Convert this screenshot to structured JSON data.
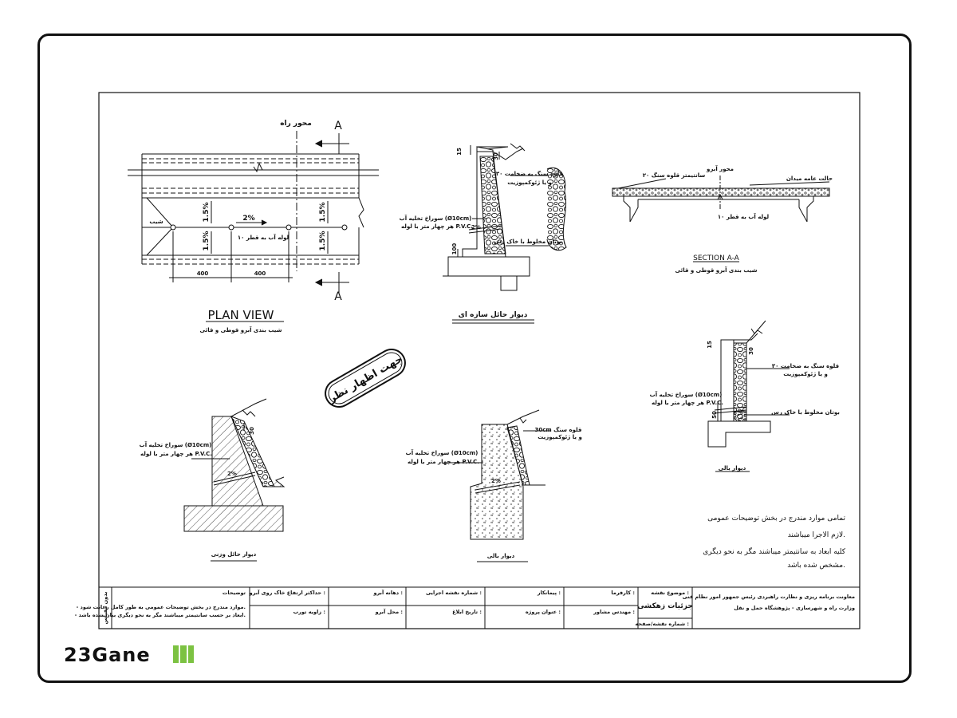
{
  "plan": {
    "road_axis": "محور راه",
    "section_mark": "A",
    "slope_left": "شیب",
    "slope_pct": "2%",
    "slope_side": "1.5%",
    "pipe_label": "لوله آب به قطر ۱۰",
    "dim": "400",
    "title": "PLAN VIEW",
    "subtitle": "شیب بندی آبرو قوطی و قائی"
  },
  "wall_masonry": {
    "dim_top": "15",
    "dim_30": "30",
    "dim_100": "100",
    "fill_label_1": "قلوه سنگ به ضخامت ۳۰",
    "fill_label_2": "و یا ژئوکمپوزیت",
    "drain_label_1": "سوراخ تخلیه آب (Ø10cm)",
    "drain_label_2": "هر چهار متر با لوله P.V.C.",
    "soil_label": "بوتان مخلوط با خاک رس",
    "dim_2": "2%",
    "title": "دیوار حائل سازه ای"
  },
  "section_aa": {
    "axis_label": "محور آبرو",
    "layer_label": "۲۰ سانتیمتر قلوه سنگ",
    "cover_label": "حالت عامه میدان",
    "pipe_label": "لوله آب به قطر ۱۰",
    "title": "SECTION A-A",
    "subtitle": "شیب بندی آبرو قوطی و قائی"
  },
  "stamp": "جهت اظهار نظر",
  "wall_cantilever": {
    "dim_top": "15",
    "dim_30": "30",
    "dim_50": "50",
    "fill_label_1": "قلوه سنگ به ضخامت ۳۰",
    "fill_label_2": "و یا ژئوکمپوزیت",
    "drain_label_1": "سوراخ تخلیه آب (Ø10cm)",
    "drain_label_2": "هر چهار متر با لوله P.V.C.",
    "soil_label": "بوتان مخلوط با خاک رس",
    "title": "دیوار بالی"
  },
  "wall_gravity": {
    "dim_30": "30",
    "drain_label_1": "سوراخ تخلیه آب (Ø10cm)",
    "drain_label_2": "هر چهار متر با لوله P.V.C.",
    "dim_2": "2%",
    "title": "دیوار حائل وزنی"
  },
  "wall_concrete": {
    "fill_label_1": "30cm قلوه سنگ",
    "fill_label_2": "و یا ژئوکمپوزیت",
    "drain_label_1": "سوراخ تخلیه آب (Ø10cm)",
    "drain_label_2": "هر چهار متر با لوله P.V.C.",
    "dim_2": "2%",
    "title": "دیوار بالی"
  },
  "notes": {
    "line1": "تمامی موارد مندرج در بخش توضیحات عمومی",
    "line2": "لازم الاجرا میباشند.",
    "line3": "کلیه ابعاد به سانتیمتر میباشند مگر به نحو دیگری",
    "line4": "مشخص شده باشد."
  },
  "title_block": {
    "side_label": "بدون مقیاس",
    "notes_head": "توضیحات",
    "note_1": "- موارد مندرج در بخش توضیحات عمومی به طور کامل رعایت شود.",
    "note_2": "- ابعاد بر حسب سانتیمتر میباشند مگر به نحو دیگری بیان شده باشد.",
    "max_height": "حداکثر ارتفاع خاک روی آبرو :",
    "angle": "زاویه تورب :",
    "opening": "دهانه آبرو :",
    "location": "محل آبرو :",
    "plan_no": "شماره نقشه اجرایی :",
    "issue_date": "تاریخ ابلاغ :",
    "contractor": "پیمانکار :",
    "project": "عنوان پروژه :",
    "employer": "کارفرما :",
    "consultant": "مهندس مشاور :",
    "subject_head": "موضوع نقشه :",
    "subject": "جزئیات زهکشی",
    "sheet_no": "شماره نقشه/صفحه :",
    "org_1": "معاونت برنامه ریزی و نظارت راهبردی رئیس جمهور امور نظام فنی",
    "org_2": "وزارت راه و شهرسازی - پژوهشگاه حمل و نقل"
  },
  "logo": "23Gane"
}
